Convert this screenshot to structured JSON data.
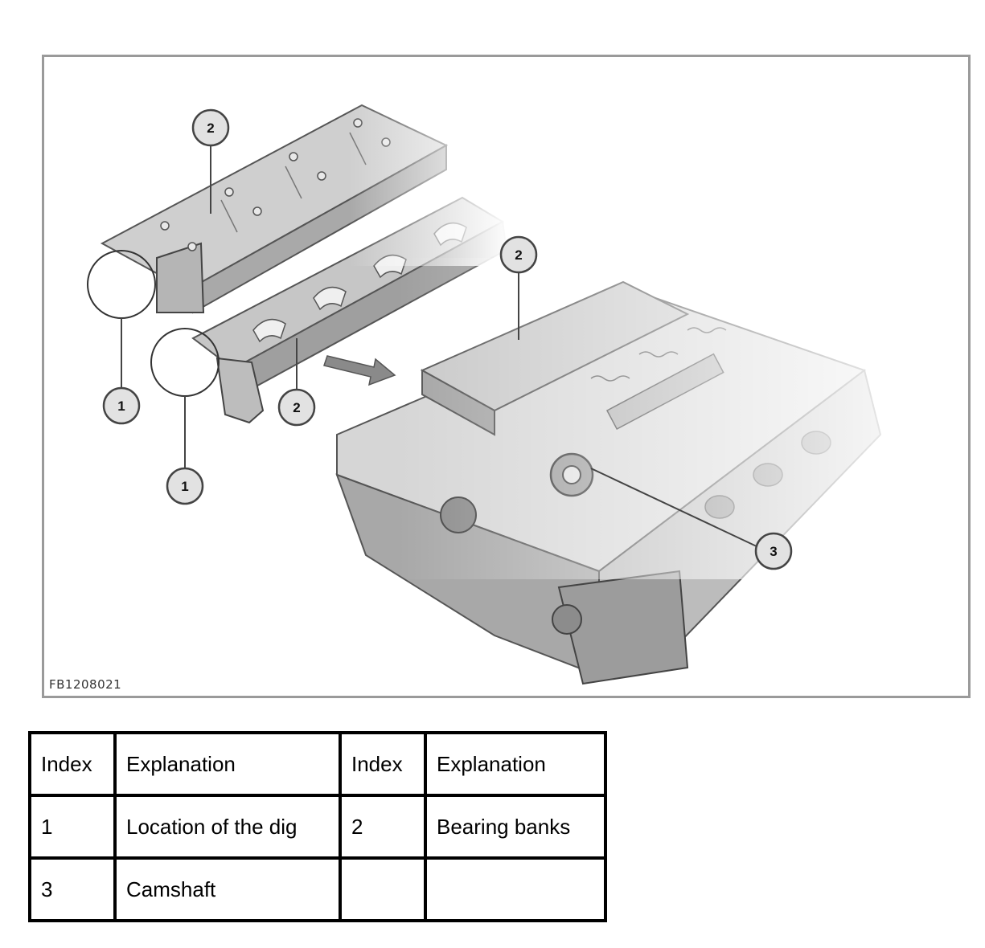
{
  "figure": {
    "id_label": "FB1208021",
    "callouts": [
      "2",
      "2",
      "1",
      "2",
      "1",
      "3"
    ]
  },
  "legend": {
    "headers": [
      "Index",
      "Explanation",
      "Index",
      "Explanation"
    ],
    "rows": [
      [
        "1",
        "Location of the dig",
        "2",
        "Bearing banks"
      ],
      [
        "3",
        "Camshaft",
        "",
        ""
      ]
    ]
  }
}
